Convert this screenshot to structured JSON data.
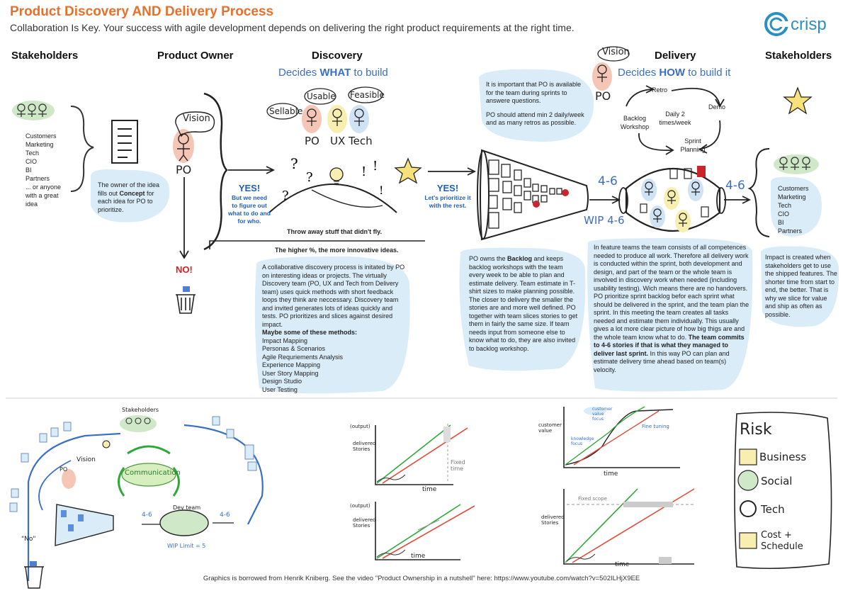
{
  "header": {
    "title": "Product Discovery AND Delivery Process",
    "subtitle": "Collaboration Is Key. Your success with agile development depends on delivering the right product requirements at the right time.",
    "logo_text": "crisp"
  },
  "columns": {
    "stakeholders_left": "Stakeholders",
    "product_owner": "Product Owner",
    "discovery": "Discovery",
    "delivery": "Delivery",
    "stakeholders_right": "Stakeholders"
  },
  "discovery": {
    "tagline_pre": "Decides ",
    "tagline_key": "WHAT",
    "tagline_post": " to build",
    "labels": {
      "sellable": "Sellable",
      "usable": "Usable",
      "feasible": "Feasible",
      "po": "PO",
      "ux": "UX",
      "tech": "Tech"
    },
    "throw_away": "Throw away stuff that didn't fly.",
    "higher": "The higher %, the more innovative ideas.",
    "text": "A collaborative discovery process is initated by PO on interesting ideas or projects. The virtually Discovery team (PO, UX and Tech from Delivery team) uses quick methods with short feedback loops they think are neccessary. Discovery team and invited generates lots of ideas quickly and tests. PO prioritizes and slices against desired impact.",
    "methods_title": "Maybe some of these methods:",
    "methods": [
      "Impact Mapping",
      "Personas & Scenarios",
      "Agile Requriements Analysis",
      "Experience Mapping",
      "User Story Mapping",
      "Design Studio",
      "User Testing"
    ]
  },
  "stakeholders_left": {
    "list": [
      "Customers",
      "Marketing",
      "Tech",
      "CIO",
      "BI",
      "Partners",
      "... or anyone",
      "with a great",
      "idea"
    ]
  },
  "product_owner": {
    "vision": "Vision",
    "po": "PO",
    "concept_pre": "The owner of the idea fills out ",
    "concept_key": "Concept",
    "concept_post": " for each idea for PO to prioritize.",
    "yes1": "YES!",
    "yes1_sub": "But we need to figure out what to do and for who.",
    "no": "NO!"
  },
  "yes2": {
    "title": "YES!",
    "sub": "Let's prioritize it with the rest."
  },
  "po_availability": {
    "p1": "It is important that PO is available for the team during sprints to answere questions.",
    "p2": "PO should attend min 2 daily/week and as many retros as possible."
  },
  "delivery": {
    "vision": "Vision",
    "po": "PO",
    "tagline_pre": "Decides ",
    "tagline_key": "HOW",
    "tagline_post": " to build it",
    "retro": "Retro",
    "demo": "Demo",
    "backlog_workshop": "Backlog Workshop",
    "daily": "Daily 2 times/week",
    "sprint_planning": "Sprint Planning",
    "wip_left": "4-6",
    "wip_label": "WIP 4-6",
    "wip_right": "4-6",
    "backlog_pre": "PO owns the ",
    "backlog_key": "Backlog",
    "backlog_post": " and keeps backlog workshops with the team every week to be able to plan and estimate delivery. Team estimate in T-shirt sizes to make planning possible. The closer to delivery the smaller the stories are and more well defined. PO together with team slices stories to get them in fairly the same size. If team needs input from someone else to know what to do, they are also invited to backlog workshop.",
    "team_pre": "In feature teams the team consists of all competences needed to produce all work. Therefore all delivery work is conducted within the sprint, both development and design, and part of the team or the whole team is involved in discovery work when needed (including usability testing). Wich means there are no handovers. PO prioritize sprint backlog befor each sprint what should be delivered in the sprint, and the team plan the sprint. In this meeting the team creates all tasks needed and estimate them individually. This usually gives a lot more clear picture of how big thigs are and the whole team know what to do. ",
    "team_key": "The team commits to 4-6 stories if that is what they managed to deliver last sprint.",
    "team_post": " In this way PO can plan and estimate delivery time ahead based on team(s) velocity."
  },
  "stakeholders_right": {
    "list": [
      "Customers",
      "Marketing",
      "Tech",
      "CIO",
      "BI",
      "Partners"
    ],
    "impact": "Impact is created when stakeholders get to use the shipped features. The shorter time from start to end, the better. That is why we slice for value and ship as often as possible."
  },
  "sketches": {
    "stakeholders": "Stakeholders",
    "vision": "Vision",
    "po": "PO",
    "communication": "Communication",
    "dev_team": "Dev team",
    "wip_limit": "WIP Limit = 5",
    "no": "\"No\"",
    "wip_in": "4-6",
    "wip_out": "4-6",
    "chart1": {
      "ylabel": "delivered Stories",
      "xlabel": "time",
      "note": "Fixed time",
      "output": "(output)"
    },
    "chart2": {
      "ylabel": "delivered Stories",
      "xlabel": "time",
      "output": "(output)"
    },
    "chart3": {
      "ylabel": "customer value",
      "xlabel": "time",
      "knowledge": "knowledge focus",
      "value_focus": "customer value focus",
      "fine_tuning": "Fine tuning"
    },
    "chart4": {
      "ylabel": "delivered Stories",
      "xlabel": "time",
      "fixed_scope": "Fixed scope"
    }
  },
  "risk": {
    "title": "Risk",
    "items": [
      "Business",
      "Social",
      "Tech",
      "Cost + Schedule"
    ]
  },
  "footer": "Graphics is borrowed from Henrik Kniberg. See the video \"Product Ownership in a nutshell\" here: https://www.youtube.com/watch?v=502ILHjX9EE",
  "colors": {
    "title_orange": "#e8702a",
    "accent_blue": "#3b6fc4",
    "bubble_blue": "#d9ecf8",
    "no_red": "#d42020"
  }
}
